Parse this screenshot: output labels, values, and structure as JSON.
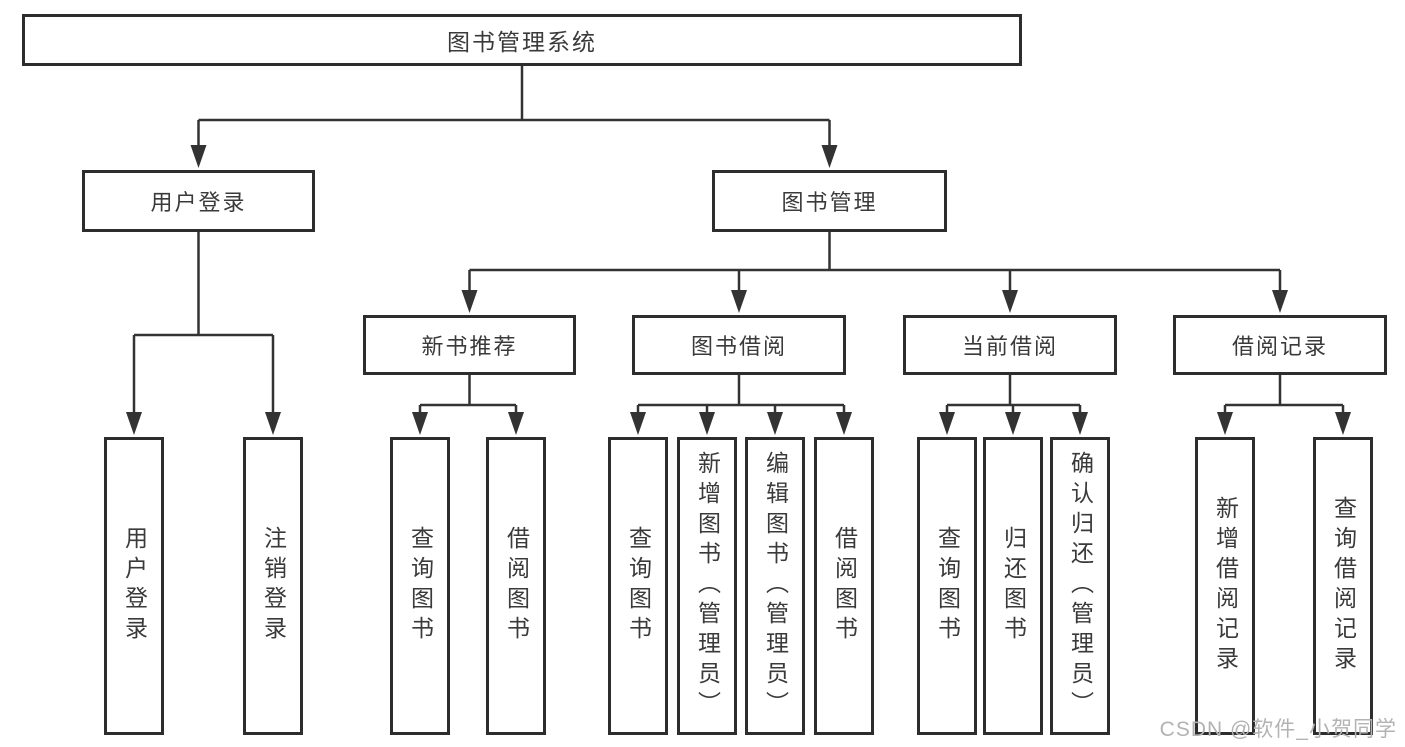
{
  "tree": {
    "root": {
      "label": "图书管理系统"
    },
    "branches": [
      {
        "label": "用户登录",
        "children": [
          {
            "label": "用户登录"
          },
          {
            "label": "注销登录"
          }
        ]
      },
      {
        "label": "图书管理",
        "children": [
          {
            "label": "新书推荐",
            "children": [
              {
                "label": "查询图书"
              },
              {
                "label": "借阅图书"
              }
            ]
          },
          {
            "label": "图书借阅",
            "children": [
              {
                "label": "查询图书"
              },
              {
                "label": "新增图书（管理员）"
              },
              {
                "label": "编辑图书（管理员）"
              },
              {
                "label": "借阅图书"
              }
            ]
          },
          {
            "label": "当前借阅",
            "children": [
              {
                "label": "查询图书"
              },
              {
                "label": "归还图书"
              },
              {
                "label": "确认归还（管理员）"
              }
            ]
          },
          {
            "label": "借阅记录",
            "children": [
              {
                "label": "新增借阅记录"
              },
              {
                "label": "查询借阅记录"
              }
            ]
          }
        ]
      }
    ]
  },
  "watermark": {
    "text": "CSDN @软件_小贺同学"
  },
  "colors": {
    "border": "#2d2d2d",
    "line": "#333333",
    "text": "#3a3a3a",
    "watermark": "#b3b3b3",
    "background": "#ffffff"
  }
}
